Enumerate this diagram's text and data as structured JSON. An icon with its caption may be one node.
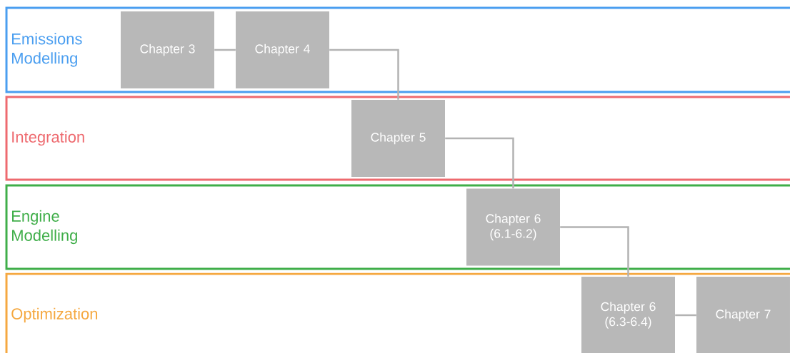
{
  "diagram": {
    "nodes": [
      {
        "text": [
          "Emissions Modelling"
        ]
      },
      {
        "text": [
          "Chapter 3"
        ],
        "in": 0
      },
      {
        "text": [
          "Chapter 4"
        ],
        "in": 0
      },
      {
        "text": [
          "Integration"
        ]
      },
      {
        "text": [
          "Chapter 5"
        ],
        "in": 3
      },
      {
        "text": [
          "Engine Modelling"
        ]
      },
      {
        "text": [
          "Chapter 6 (6.1-6.2)"
        ],
        "in": 5
      },
      {
        "text": [
          "Optimization"
        ]
      },
      {
        "text": [
          "Chapter 6 (6.3-6.4)"
        ],
        "in": 7
      },
      {
        "text": [
          "Chapter 7"
        ],
        "in": 7
      }
    ],
    "edges": [
      {
        "from": 1,
        "to": 2,
        "arrow": "none"
      },
      {
        "from": 2,
        "to": 4,
        "arrow": "none"
      },
      {
        "from": 4,
        "to": 6,
        "arrow": "none"
      },
      {
        "from": 6,
        "to": 8,
        "arrow": "none"
      },
      {
        "from": 8,
        "to": 9,
        "arrow": "none"
      }
    ]
  }
}
